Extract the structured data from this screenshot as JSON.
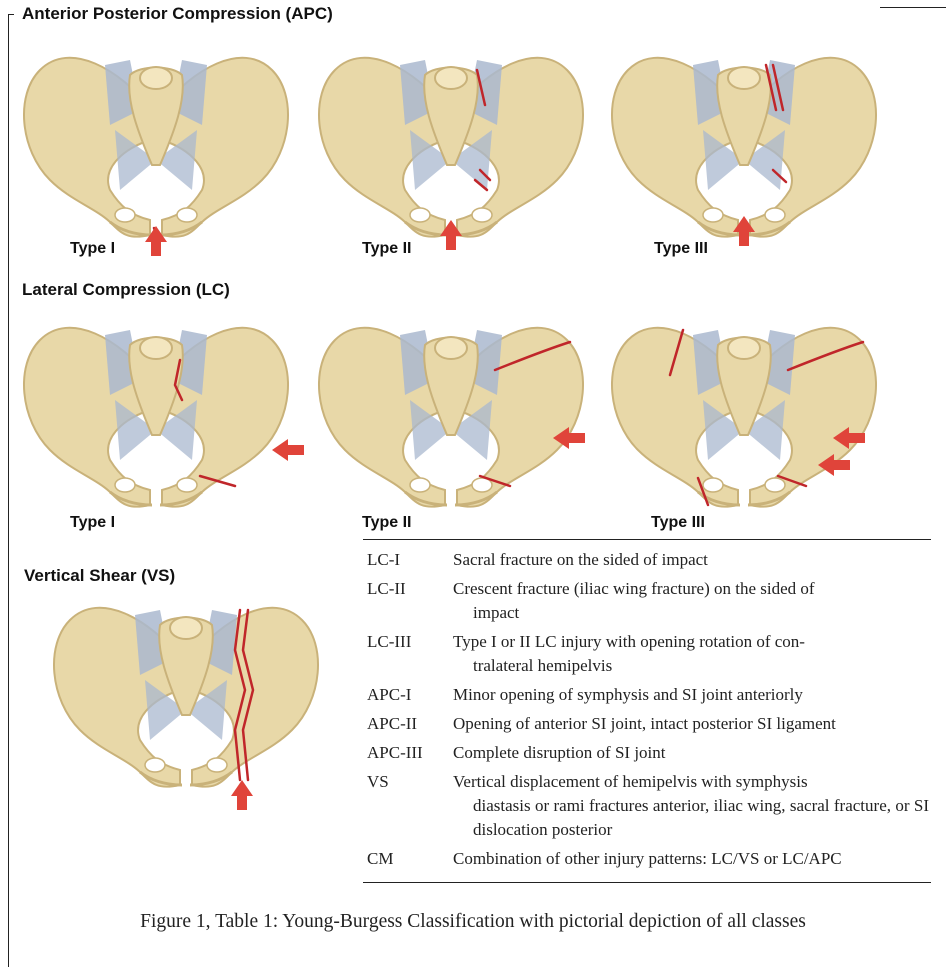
{
  "sections": {
    "apc": {
      "title": "Anterior Posterior Compression (APC)",
      "types": [
        "Type I",
        "Type II",
        "Type III"
      ]
    },
    "lc": {
      "title": "Lateral Compression (LC)",
      "types": [
        "Type I",
        "Type II",
        "Type III"
      ]
    },
    "vs": {
      "title": "Vertical Shear (VS)"
    }
  },
  "table": {
    "rows": [
      {
        "code": "LC-I",
        "desc": "Sacral fracture on the sided of impact",
        "cont": ""
      },
      {
        "code": "LC-II",
        "desc": "Crescent fracture (iliac wing fracture) on the sided of",
        "cont": "impact"
      },
      {
        "code": "LC-III",
        "desc": "Type I or II LC injury with opening rotation of con-",
        "cont": "tralateral hemipelvis"
      },
      {
        "code": "APC-I",
        "desc": "Minor opening of symphysis and SI joint anteriorly",
        "cont": ""
      },
      {
        "code": "APC-II",
        "desc": "Opening of anterior SI joint, intact posterior SI ligament",
        "cont": ""
      },
      {
        "code": "APC-III",
        "desc": "Complete disruption of SI joint",
        "cont": ""
      },
      {
        "code": "VS",
        "desc": "Vertical displacement of hemipelvis with symphysis",
        "cont": "diastasis or rami fractures anterior, iliac wing, sacral fracture, or SI dislocation posterior"
      },
      {
        "code": "CM",
        "desc": "Combination of other injury patterns: LC/VS or LC/APC",
        "cont": ""
      }
    ]
  },
  "caption": "Figure 1, Table 1: Young-Burgess Classification with pictorial depiction of all classes",
  "colors": {
    "bone": "#e8d8a8",
    "bone_shadow": "#c9b27a",
    "ligament": "#aab8cf",
    "fracture": "#c0262a",
    "arrow": "#e0443a"
  }
}
